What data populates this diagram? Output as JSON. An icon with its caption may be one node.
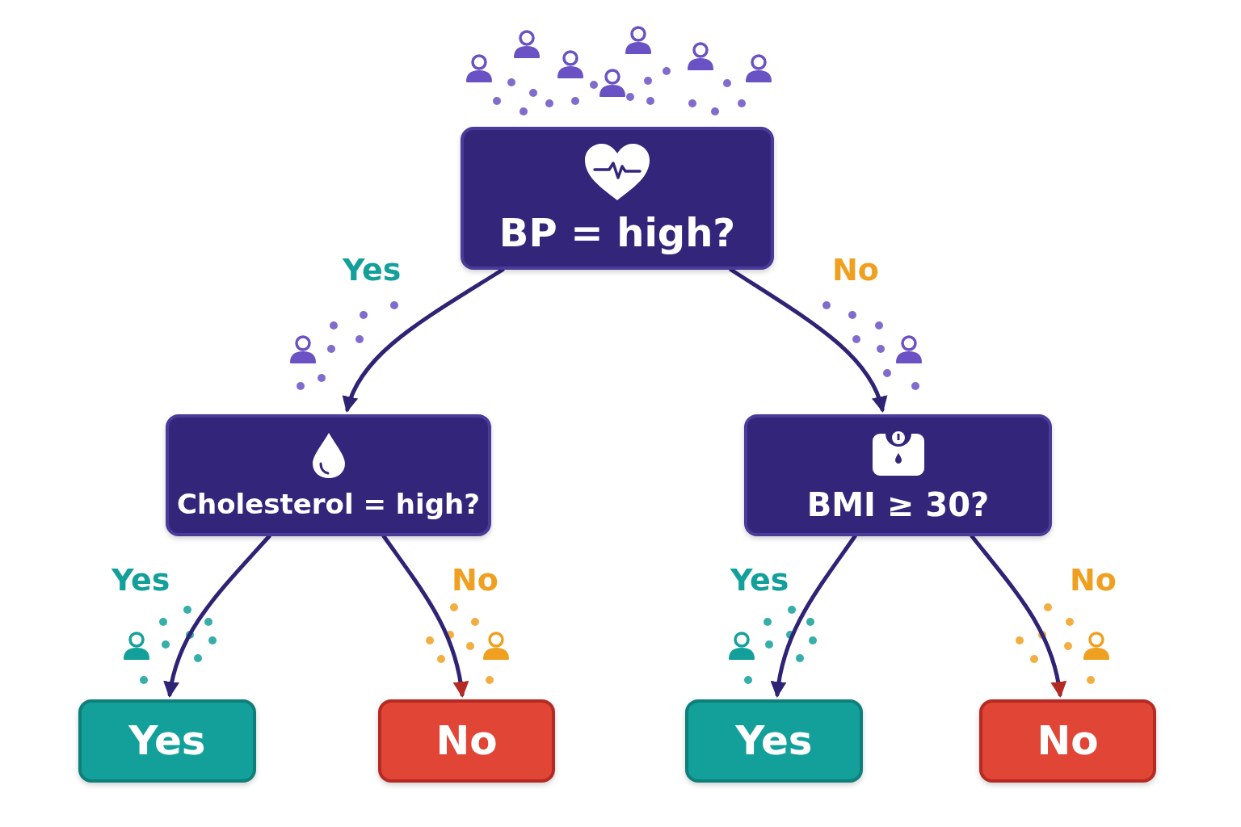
{
  "diagram": {
    "nodes": [
      {
        "text": [
          "BP = high?"
        ]
      },
      {
        "text": [
          "Cholesterol = high?"
        ]
      },
      {
        "text": [
          "BMI ≥ 30?"
        ]
      },
      {
        "text": [
          "Yes"
        ]
      },
      {
        "text": [
          "No"
        ]
      },
      {
        "text": [
          "Yes"
        ]
      },
      {
        "text": [
          "No"
        ]
      }
    ],
    "edges": [
      {
        "from": 0,
        "to": 1,
        "arrow": "to",
        "label": "Yes"
      },
      {
        "from": 0,
        "to": 2,
        "arrow": "to",
        "label": "No"
      },
      {
        "from": 1,
        "to": 3,
        "arrow": "to",
        "label": "Yes"
      },
      {
        "from": 1,
        "to": 4,
        "arrow": "to",
        "label": "No"
      },
      {
        "from": 2,
        "to": 5,
        "arrow": "to",
        "label": "Yes"
      },
      {
        "from": 2,
        "to": 6,
        "arrow": "to",
        "label": "No"
      }
    ]
  }
}
